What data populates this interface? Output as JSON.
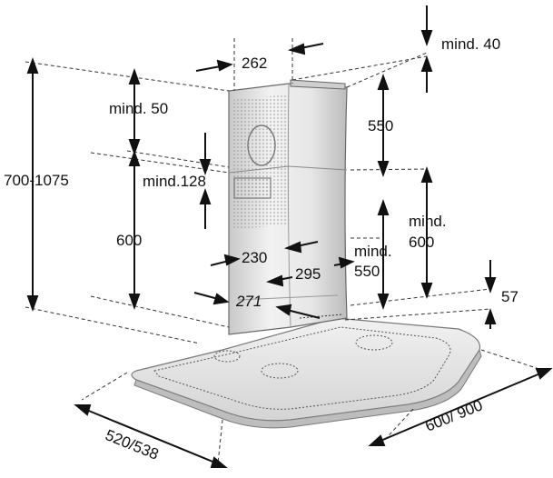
{
  "dimensions": {
    "chimney_width": "262",
    "min_top_clearance": "mind. 40",
    "min_upper_gap": "mind. 50",
    "overall_height_range": "700-1075",
    "upper_chimney_height": "550",
    "min_mid_gap": "mind.128",
    "min_total_a_line1": "mind.",
    "min_total_a_line2": "600",
    "lower_chimney_height": "600",
    "chimney_depth_front": "230",
    "chimney_depth_side": "295",
    "min_total_b_line1": "mind.",
    "min_total_b_line2": "550",
    "chimney_base_width": "271",
    "canopy_thickness": "57",
    "canopy_depth": "520/538",
    "canopy_width": "600/ 900"
  },
  "colors": {
    "line": "#111111",
    "chimney_fill": "#ececec",
    "chimney_shade": "#bdbdbd",
    "canopy_fill": "#e4e4e4",
    "canopy_edge": "#9a9a9a"
  }
}
